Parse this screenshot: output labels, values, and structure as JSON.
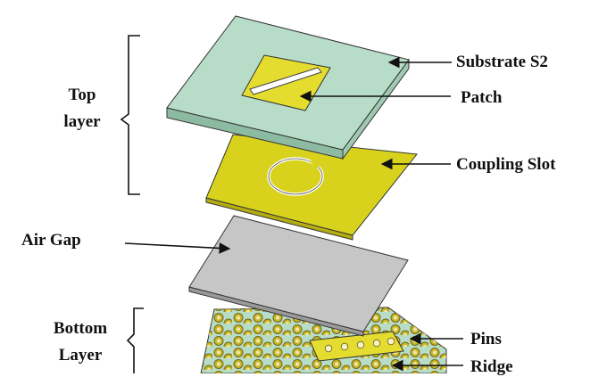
{
  "groups": {
    "top": [
      "Top",
      "layer"
    ],
    "bottom": [
      "Bottom",
      "Layer"
    ]
  },
  "labels": {
    "substrate": "Substrate S2",
    "patch": "Patch",
    "coupling_slot": "Coupling Slot",
    "air_gap": "Air Gap",
    "pins": "Pins",
    "ridge": "Ridge"
  },
  "colors": {
    "substrate_top": "#b7ddc8",
    "substrate_side": "#8dbba2",
    "patch": "#e4dc2f",
    "ground": "#d8d21d",
    "air_gap": "#c6c6c6",
    "pin_gold": "#c8b21c",
    "outline": "#333333"
  }
}
